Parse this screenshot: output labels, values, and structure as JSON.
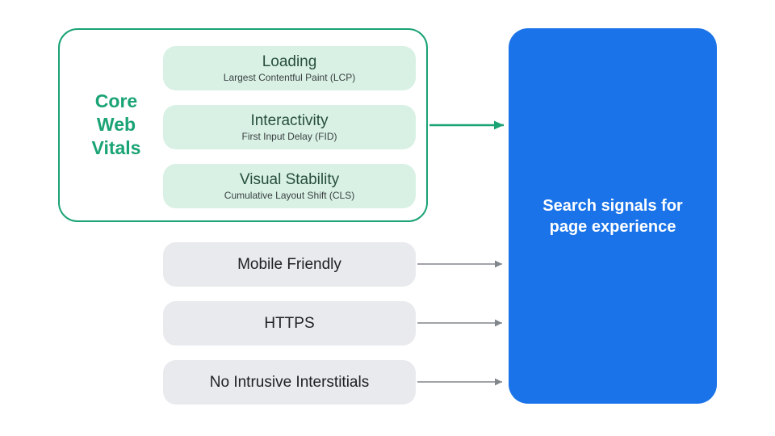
{
  "core_web_vitals": {
    "label": "Core Web Vitals",
    "items": [
      {
        "title": "Loading",
        "subtitle": "Largest Contentful Paint (LCP)"
      },
      {
        "title": "Interactivity",
        "subtitle": "First Input Delay (FID)"
      },
      {
        "title": "Visual Stability",
        "subtitle": "Cumulative Layout Shift (CLS)"
      }
    ]
  },
  "other_signals": [
    {
      "label": "Mobile Friendly"
    },
    {
      "label": "HTTPS"
    },
    {
      "label": "No Intrusive Interstitials"
    }
  ],
  "result_box": {
    "label": "Search signals for page experience"
  },
  "colors": {
    "green_accent": "#1AA374",
    "light_green_fill": "#D8F1E4",
    "gray_fill": "#E8EAED",
    "blue_fill": "#1A73E8",
    "arrow_gray": "#80868B",
    "title_dark_green": "#274E3D",
    "text_dark": "#202124"
  }
}
